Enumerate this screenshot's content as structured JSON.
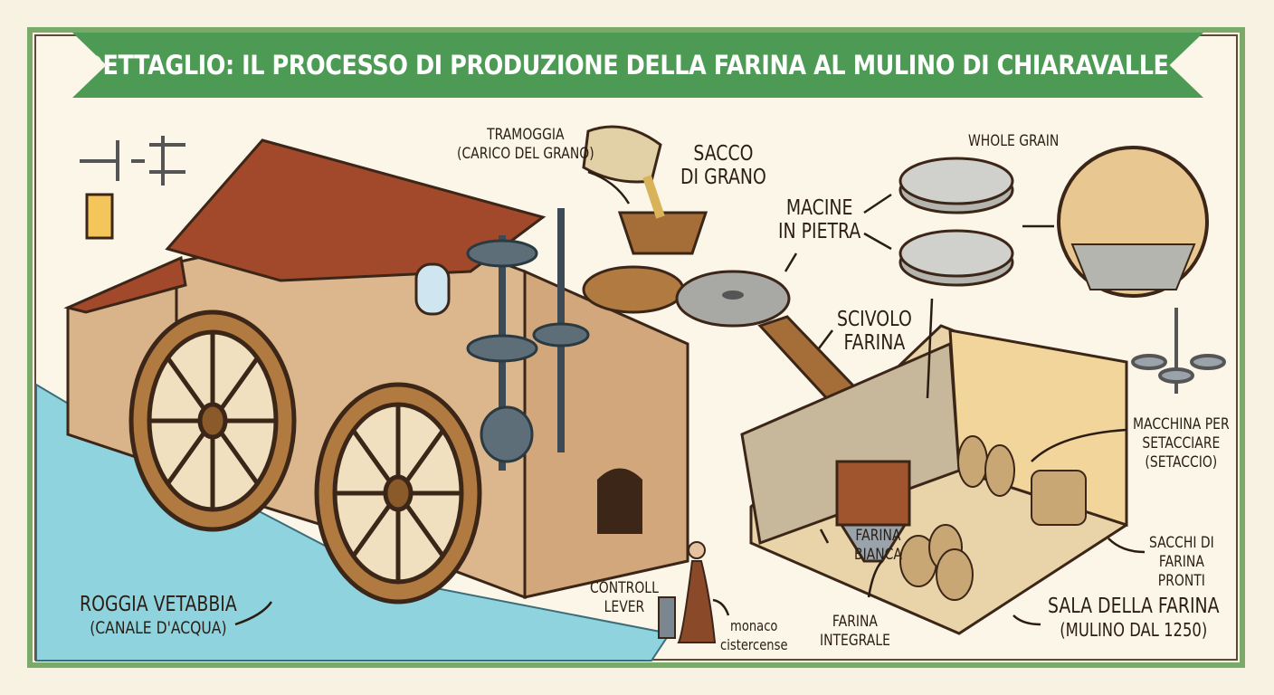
{
  "title": "DETTAGLIO: IL PROCESSO DI PRODUZIONE DELLA FARINA AL MULINO DI CHIARAVALLE",
  "title_icon": "heart-icon",
  "labels": {
    "tramoggia": [
      "TRAMOGGIA",
      "(CARICO DEL GRANO)"
    ],
    "sacco": [
      "SACCO",
      "DI GRANO"
    ],
    "macine": [
      "MACINE",
      "IN PIETRA"
    ],
    "whole_grain": "WHOLE GRAIN",
    "scivolo": [
      "SCIVOLO",
      "FARINA"
    ],
    "macchina": [
      "MACCHINA PER",
      "SETACCIARE",
      "(SETACCIO)"
    ],
    "sacchi": [
      "SACCHI DI",
      "FARINA",
      "PRONTI"
    ],
    "farina_bianca": [
      "FARINA",
      "BIANCA"
    ],
    "farina_integrale": [
      "FARINA",
      "INTEGRALE"
    ],
    "sala": [
      "SALA DELLA FARINA",
      "(MULINO DAL 1250)"
    ],
    "monaco": [
      "monaco",
      "cistercense"
    ],
    "lever": [
      "CONTROLL",
      "LEVER"
    ],
    "roggia": [
      "ROGGIA VETABBIA",
      "(CANALE D'ACQUA)"
    ]
  },
  "colors": {
    "banner": "#4d9a55",
    "water": "#8fd3df",
    "wood": "#8a5a2b",
    "roof": "#a2492c",
    "stone": "#a8a8a4"
  }
}
